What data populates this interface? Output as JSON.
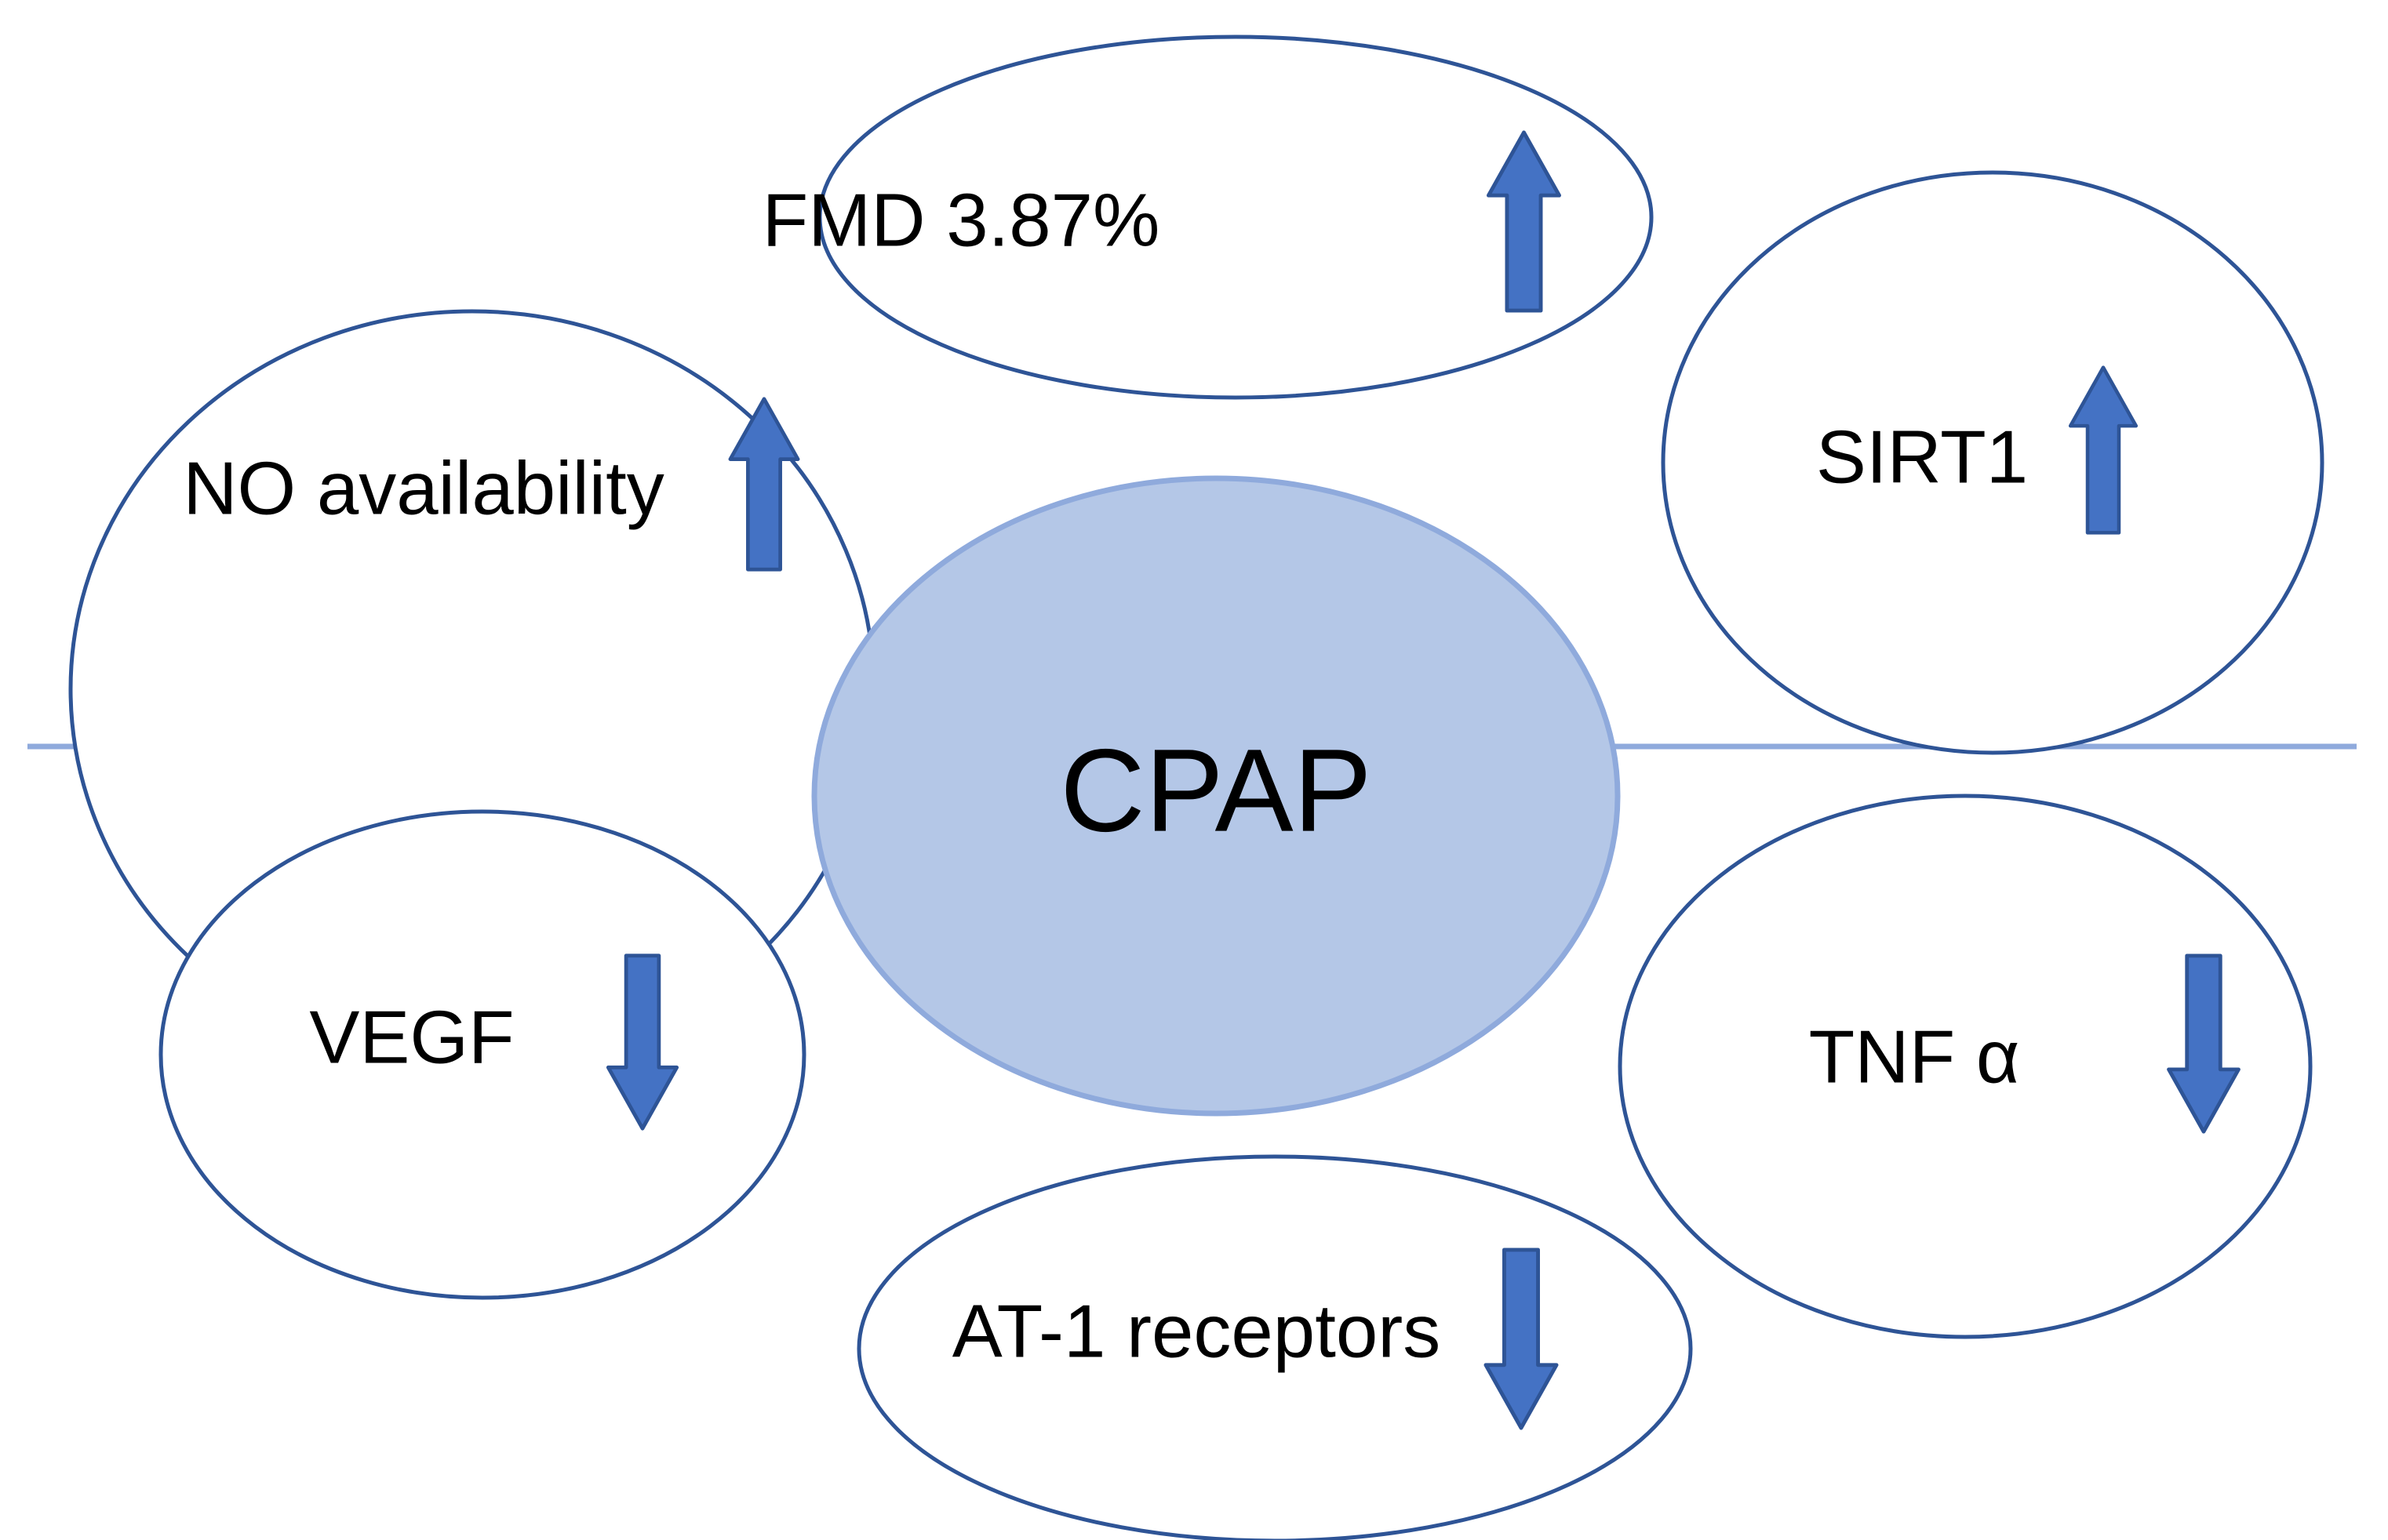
{
  "diagram": {
    "type": "hub-and-spoke concept map",
    "background_color": "#ffffff",
    "center": {
      "label": "CPAP",
      "fill_color": "#B4C7E7",
      "stroke_color": "#8FAADC",
      "text_color": "#000000"
    },
    "divider_line": {
      "color": "#8FAADC",
      "orientation": "horizontal"
    },
    "style": {
      "node_fill": "#FFFFFF",
      "node_stroke": "#2E5496",
      "arrow_fill": "#4472C4",
      "arrow_stroke": "#2E5496",
      "text_color": "#000000"
    },
    "nodes": [
      {
        "id": "fmd",
        "label": "FMD  3.87%",
        "arrow": "up-arrow-icon",
        "arrow_direction": "up",
        "position": "top-center"
      },
      {
        "id": "no-availability",
        "label": "NO availability",
        "arrow": "up-arrow-icon",
        "arrow_direction": "up",
        "position": "top-left"
      },
      {
        "id": "sirt1",
        "label": "SIRT1",
        "arrow": "up-arrow-icon",
        "arrow_direction": "up",
        "position": "top-right"
      },
      {
        "id": "vegf",
        "label": "VEGF",
        "arrow": "down-arrow-icon",
        "arrow_direction": "down",
        "position": "bottom-left"
      },
      {
        "id": "tnf-alpha",
        "label": "TNF α",
        "arrow": "down-arrow-icon",
        "arrow_direction": "down",
        "position": "bottom-right"
      },
      {
        "id": "at1-receptors",
        "label": "AT-1 receptors",
        "arrow": "down-arrow-icon",
        "arrow_direction": "down",
        "position": "bottom-center"
      }
    ]
  }
}
